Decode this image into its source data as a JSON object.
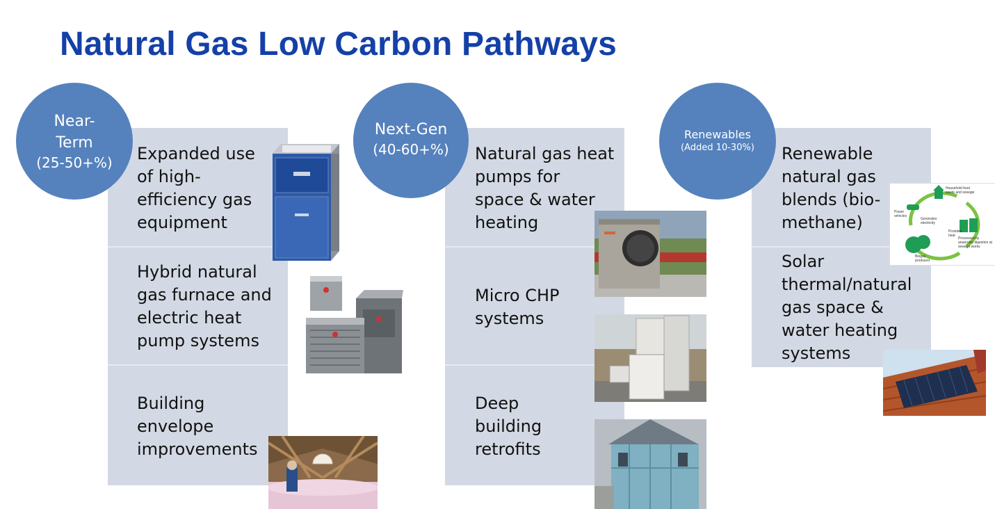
{
  "title": "Natural Gas Low Carbon Pathways",
  "columns": [
    {
      "circle": {
        "label": "Near-\nTerm",
        "sub": "(25-50+%)"
      },
      "items": [
        "Expanded use\nof high-\nefficiency gas\nequipment",
        "Hybrid natural\ngas furnace and\nelectric heat\npump systems",
        "Building\nenvelope\nimprovements"
      ]
    },
    {
      "circle": {
        "label": "Next-Gen",
        "sub": "(40-60+%)"
      },
      "items": [
        "Natural gas heat\npumps for\nspace & water\nheating",
        "Micro CHP\nsystems",
        "Deep\nbuilding\nretrofits"
      ]
    },
    {
      "circle": {
        "label": "Renewables",
        "sub": "(Added 10-30%)"
      },
      "items": [
        "Renewable\nnatural gas\nblends (bio-\nmethane)",
        "Solar\nthermal/natural\ngas space &\nwater heating\nsystems"
      ]
    }
  ],
  "biogas_diagram": {
    "labels": [
      "Household food waste and sewage",
      "Power vehicles",
      "Generates electricity",
      "Provides heat",
      "Processed by anaerobic digestion at sewage works",
      "Biogas produced"
    ]
  }
}
